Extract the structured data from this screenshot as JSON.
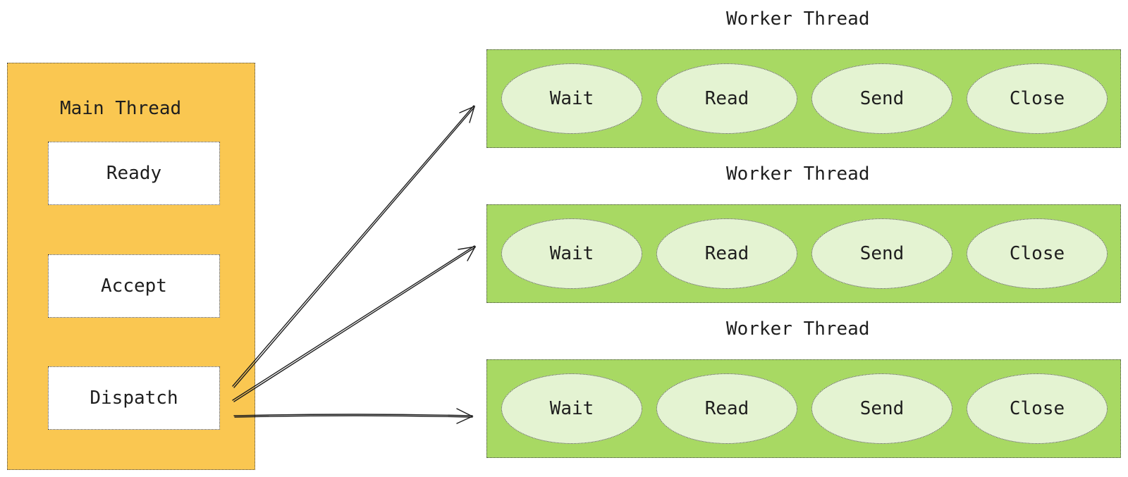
{
  "main_thread": {
    "title": "Main Thread",
    "steps": [
      "Ready",
      "Accept",
      "Dispatch"
    ]
  },
  "workers": [
    {
      "title": "Worker Thread",
      "states": [
        "Wait",
        "Read",
        "Send",
        "Close"
      ]
    },
    {
      "title": "Worker Thread",
      "states": [
        "Wait",
        "Read",
        "Send",
        "Close"
      ]
    },
    {
      "title": "Worker Thread",
      "states": [
        "Wait",
        "Read",
        "Send",
        "Close"
      ]
    }
  ],
  "colors": {
    "main_panel": "#fac751",
    "worker_panel": "#a8d963",
    "state_fill": "#e4f3d2"
  }
}
